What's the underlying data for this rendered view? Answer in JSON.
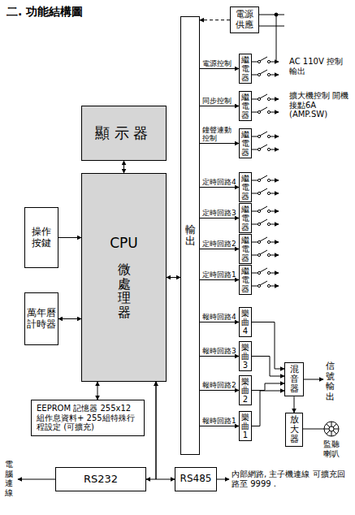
{
  "diagram": {
    "title": "二. 功能結構圖",
    "nodes": [
      {
        "text": [
          "顯示器"
        ]
      },
      {
        "text": [
          "操作按鍵"
        ]
      },
      {
        "text": [
          "CPU",
          "微處理器"
        ]
      },
      {
        "text": [
          "萬年曆計時器"
        ]
      },
      {
        "text": [
          "EEPROM 記憶器 255x12 組作息資料+ 255組特殊行程設定 (可擴充)"
        ]
      },
      {
        "text": [
          "輸出"
        ]
      },
      {
        "text": [
          "電源供應"
        ]
      },
      {
        "text": [
          "繼電器"
        ]
      },
      {
        "text": [
          "繼電器"
        ]
      },
      {
        "text": [
          "繼電器"
        ]
      },
      {
        "text": [
          "繼電器"
        ]
      },
      {
        "text": [
          "繼電器"
        ]
      },
      {
        "text": [
          "繼電器"
        ]
      },
      {
        "text": [
          "繼電器"
        ]
      },
      {
        "text": [
          "樂曲4"
        ]
      },
      {
        "text": [
          "樂曲3"
        ]
      },
      {
        "text": [
          "樂曲2"
        ]
      },
      {
        "text": [
          "樂曲1"
        ]
      },
      {
        "text": [
          "混音器"
        ]
      },
      {
        "text": [
          "放大器"
        ]
      },
      {
        "text": [
          "RS232"
        ]
      },
      {
        "text": [
          "RS485"
        ]
      }
    ],
    "edges": [
      {
        "from": 6,
        "to": 5,
        "arrow": "to"
      },
      {
        "from": 0,
        "to": 2,
        "arrow": "both"
      },
      {
        "from": 1,
        "to": 2,
        "arrow": "to"
      },
      {
        "from": 3,
        "to": 2,
        "arrow": "both"
      },
      {
        "from": 2,
        "to": 5,
        "arrow": "both"
      },
      {
        "from": 2,
        "to": 4,
        "arrow": "both"
      },
      {
        "from": 2,
        "to": 20,
        "arrow": "both"
      },
      {
        "from": 2,
        "to": 21,
        "arrow": "both"
      },
      {
        "from": 5,
        "to": 7,
        "label": "電源控制",
        "arrow": "to"
      },
      {
        "from": 5,
        "to": 8,
        "label": "同步控制",
        "arrow": "to"
      },
      {
        "from": 5,
        "to": 9,
        "label": "鐘聲連動控制",
        "arrow": "to"
      },
      {
        "from": 5,
        "to": 10,
        "label": "定時回路4",
        "arrow": "to"
      },
      {
        "from": 5,
        "to": 11,
        "label": "定時回路3",
        "arrow": "to"
      },
      {
        "from": 5,
        "to": 12,
        "label": "定時回路2",
        "arrow": "to"
      },
      {
        "from": 5,
        "to": 13,
        "label": "定時回路1",
        "arrow": "to"
      },
      {
        "from": 5,
        "to": 14,
        "label": "報時回路4",
        "arrow": "to"
      },
      {
        "from": 5,
        "to": 15,
        "label": "報時回路3",
        "arrow": "to"
      },
      {
        "from": 5,
        "to": 16,
        "label": "報時回路2",
        "arrow": "to"
      },
      {
        "from": 5,
        "to": 17,
        "label": "報時回路1",
        "arrow": "to"
      },
      {
        "from": 14,
        "to": 18,
        "arrow": "to"
      },
      {
        "from": 15,
        "to": 18,
        "arrow": "to"
      },
      {
        "from": 16,
        "to": 18,
        "arrow": "to"
      },
      {
        "from": 17,
        "to": 18,
        "arrow": "to"
      },
      {
        "from": 18,
        "to": 19,
        "arrow": "to"
      }
    ],
    "labels": [
      "AC 110V 控制輸出",
      "擴大機控制 開機接點6A (AMP.SW)",
      "信號輸出",
      "監聽喇叭",
      "電腦連線",
      "內部網路, 主子機連線 可擴充回路至 9999 ."
    ]
  }
}
